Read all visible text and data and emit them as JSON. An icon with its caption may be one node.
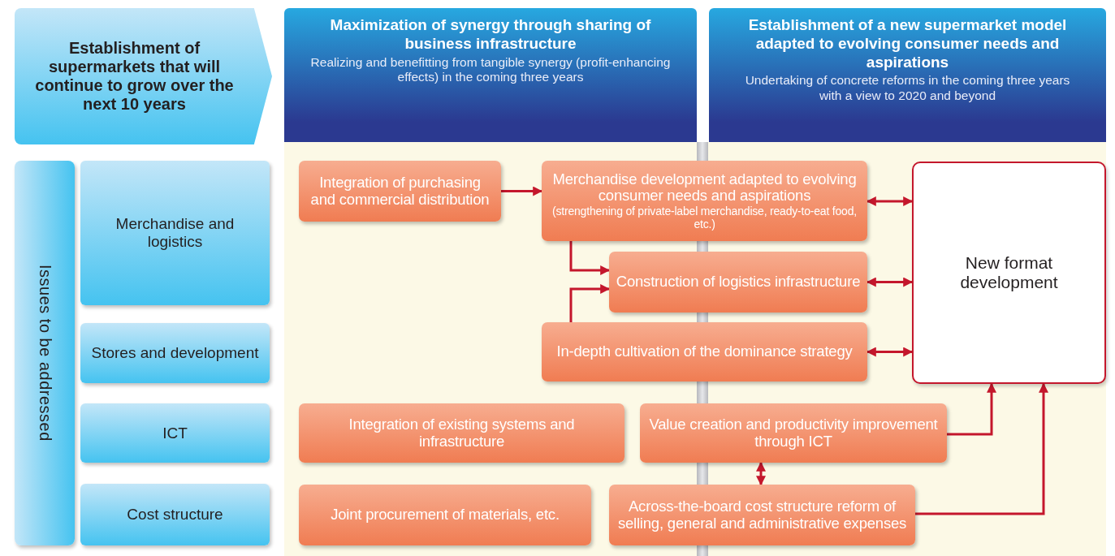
{
  "diagram": {
    "nodes": [
      {
        "text": [
          "Establishment of supermarkets that will continue to grow over the next 10 years"
        ]
      },
      {
        "text": [
          "Maximization of synergy through sharing of business infrastructure",
          "Realizing and benefitting from tangible synergy (profit-enhancing effects) in the coming three years"
        ]
      },
      {
        "text": [
          "Establishment of a new supermarket model adapted to evolving consumer needs and aspirations",
          "Undertaking of concrete reforms in the coming three years with a view to 2020 and beyond"
        ]
      },
      {
        "text": [
          "Issues to be addressed"
        ]
      },
      {
        "text": [
          "Merchandise and logistics"
        ]
      },
      {
        "text": [
          "Stores and development"
        ]
      },
      {
        "text": [
          "ICT"
        ]
      },
      {
        "text": [
          "Cost structure"
        ]
      },
      {
        "text": [
          "Integration of purchasing and commercial distribution"
        ]
      },
      {
        "text": [
          "Merchandise development adapted to evolving consumer needs and aspirations",
          "(strengthening of private-label merchandise, ready-to-eat food, etc.)"
        ]
      },
      {
        "text": [
          "Construction of logistics infrastructure"
        ]
      },
      {
        "text": [
          "In-depth cultivation of the dominance strategy"
        ]
      },
      {
        "text": [
          "New format development"
        ]
      },
      {
        "text": [
          "Integration of existing systems and infrastructure"
        ]
      },
      {
        "text": [
          "Value creation and productivity improvement through ICT"
        ]
      },
      {
        "text": [
          "Joint procurement of materials, etc."
        ]
      },
      {
        "text": [
          "Across-the-board cost structure reform of selling, general and administrative expenses"
        ]
      }
    ],
    "edges": [
      {
        "from": 8,
        "to": 9,
        "arrow": "to"
      },
      {
        "from": 9,
        "to": 10,
        "arrow": "to"
      },
      {
        "from": 11,
        "to": 10,
        "arrow": "to"
      },
      {
        "from": 9,
        "to": 12,
        "arrow": "both"
      },
      {
        "from": 10,
        "to": 12,
        "arrow": "both"
      },
      {
        "from": 11,
        "to": 12,
        "arrow": "both"
      },
      {
        "from": 14,
        "to": 12,
        "arrow": "to"
      },
      {
        "from": 14,
        "to": 16,
        "arrow": "both"
      },
      {
        "from": 16,
        "to": 12,
        "arrow": "to"
      }
    ]
  }
}
